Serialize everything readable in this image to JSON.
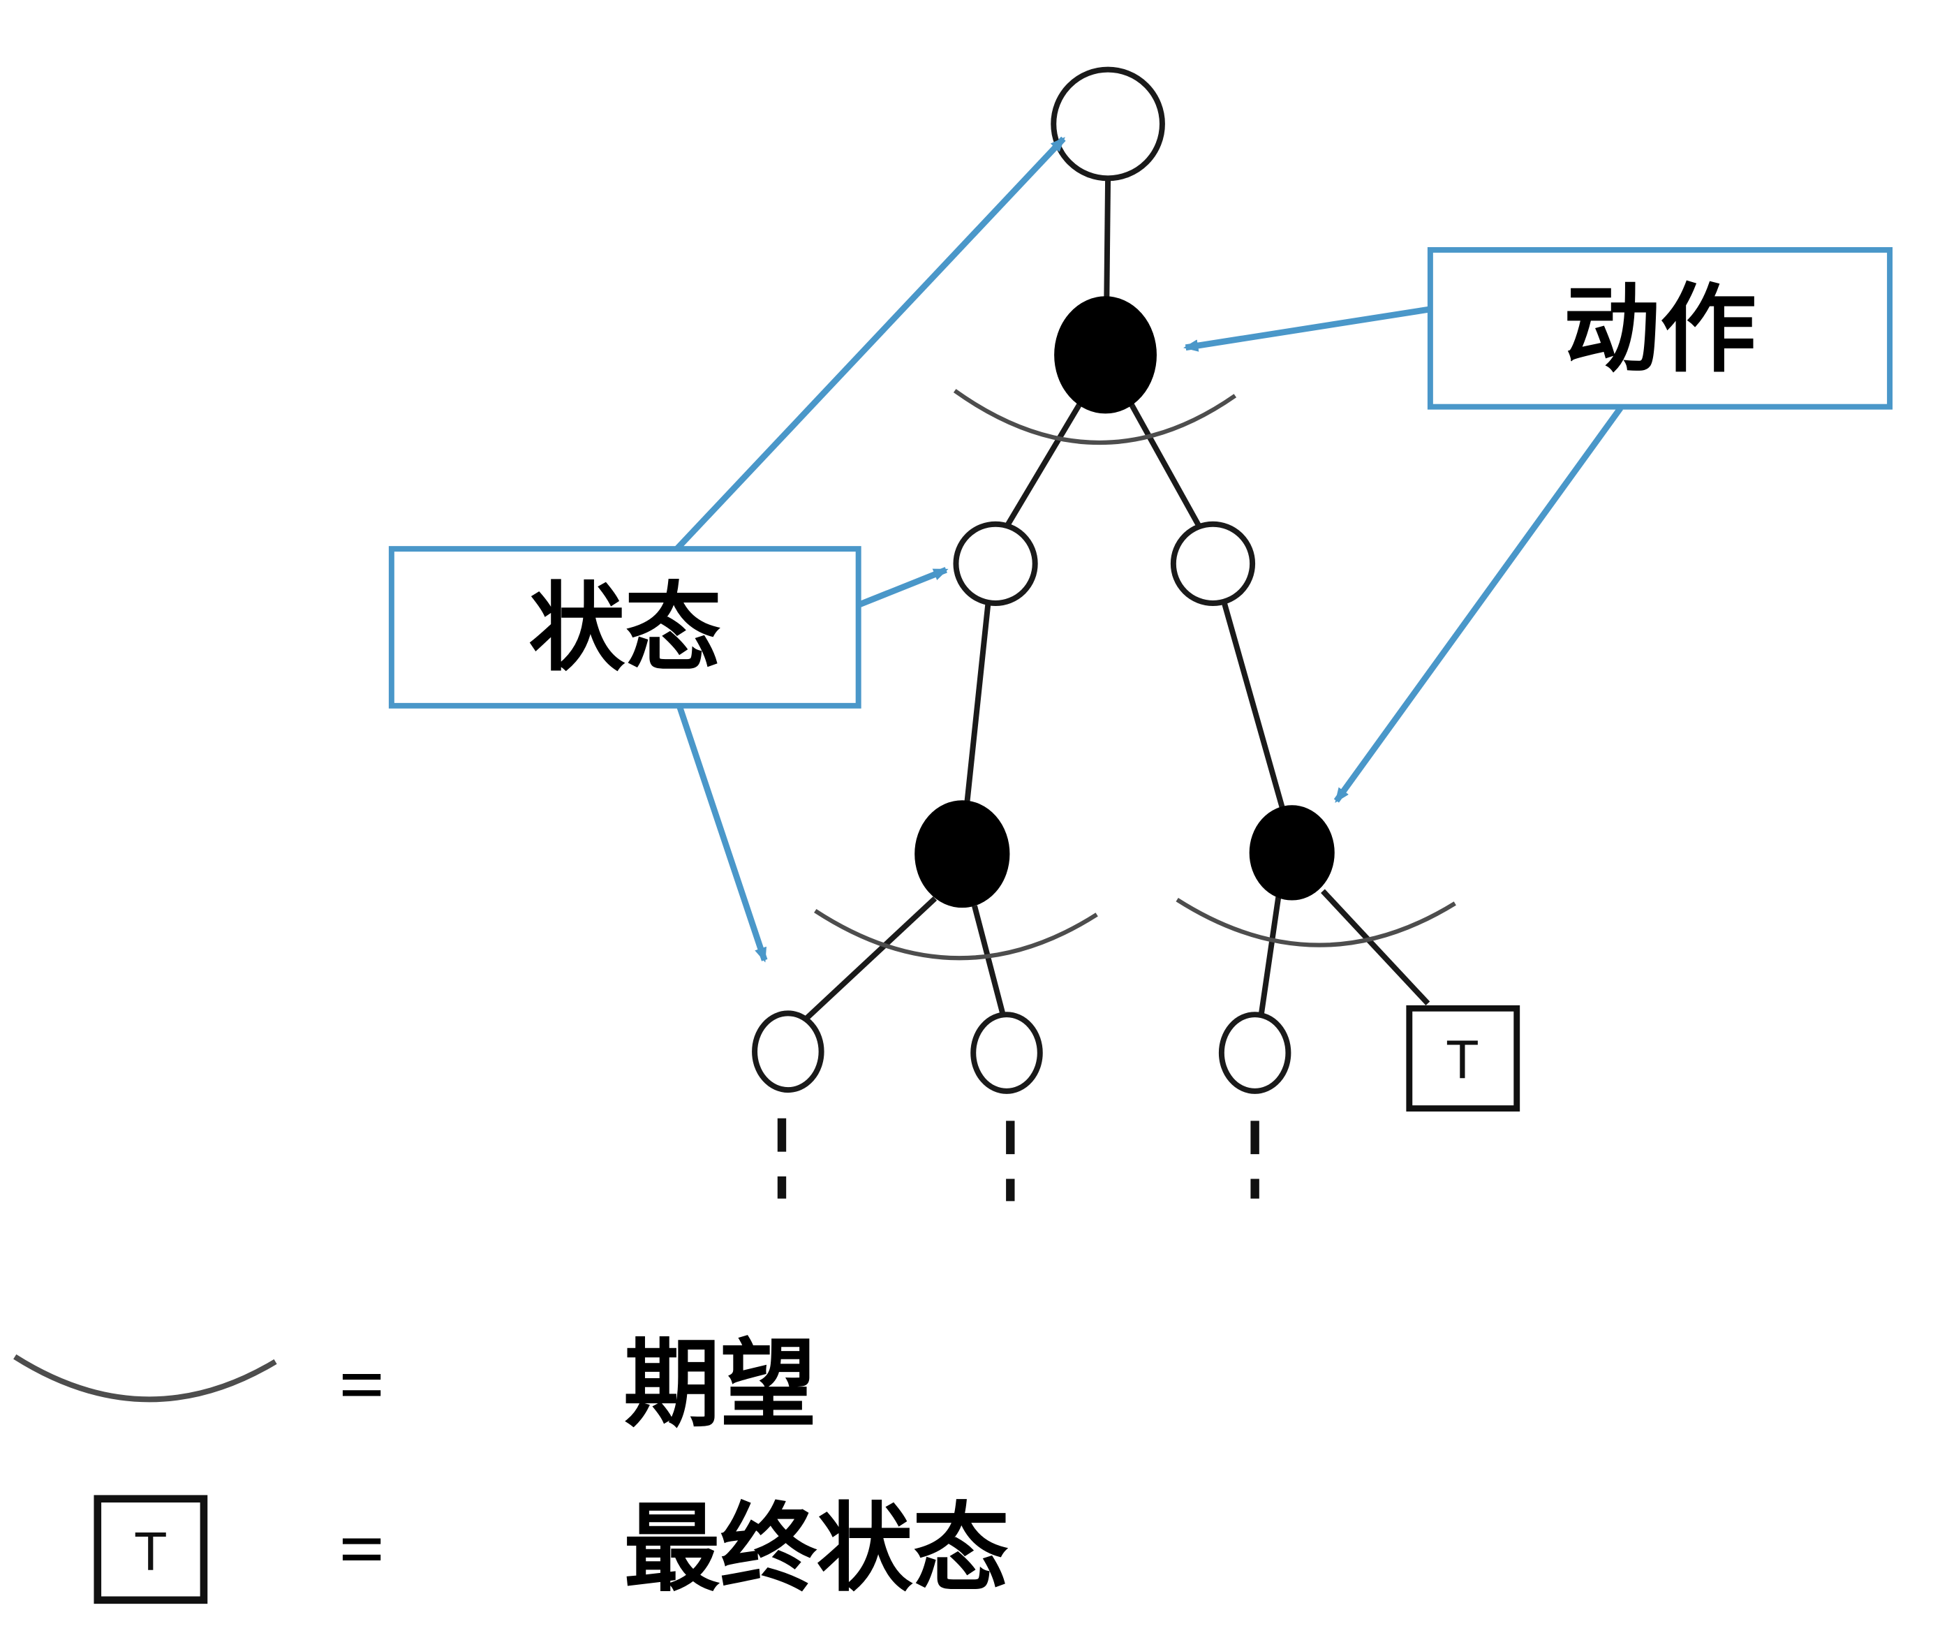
{
  "colors": {
    "background": "#ffffff",
    "accent_blue": "#4a97c9",
    "node_stroke": "#1a1a1a",
    "action_fill": "#000000",
    "state_fill": "#ffffff",
    "arc_stroke": "#4d4d4d"
  },
  "callouts": {
    "action_label": "动作",
    "state_label": "状态"
  },
  "tree": {
    "terminal_symbol": "T",
    "graph": {
      "nodes": [
        {
          "id": "s0",
          "type": "state",
          "depth": 0
        },
        {
          "id": "a0",
          "type": "action",
          "depth": 1
        },
        {
          "id": "s1",
          "type": "state",
          "depth": 2
        },
        {
          "id": "s2",
          "type": "state",
          "depth": 2
        },
        {
          "id": "a1",
          "type": "action",
          "depth": 3
        },
        {
          "id": "a2",
          "type": "action",
          "depth": 3
        },
        {
          "id": "s3",
          "type": "state",
          "depth": 4,
          "continues": true
        },
        {
          "id": "s4",
          "type": "state",
          "depth": 4,
          "continues": true
        },
        {
          "id": "s5",
          "type": "state",
          "depth": 4,
          "continues": true
        },
        {
          "id": "t1",
          "type": "terminal",
          "depth": 4,
          "label": "T"
        }
      ],
      "edges": [
        [
          "s0",
          "a0"
        ],
        [
          "a0",
          "s1"
        ],
        [
          "a0",
          "s2"
        ],
        [
          "s1",
          "a1"
        ],
        [
          "s2",
          "a2"
        ],
        [
          "a1",
          "s3"
        ],
        [
          "a1",
          "s4"
        ],
        [
          "a2",
          "s5"
        ],
        [
          "a2",
          "t1"
        ]
      ],
      "expectation_arcs_under": [
        "a0",
        "a1",
        "a2"
      ]
    }
  },
  "legend": {
    "items": [
      {
        "symbol": "expectation-arc",
        "equals": "=",
        "label": "期望"
      },
      {
        "symbol": "terminal-square",
        "symbol_text": "T",
        "equals": "=",
        "label": "最终状态"
      }
    ]
  }
}
